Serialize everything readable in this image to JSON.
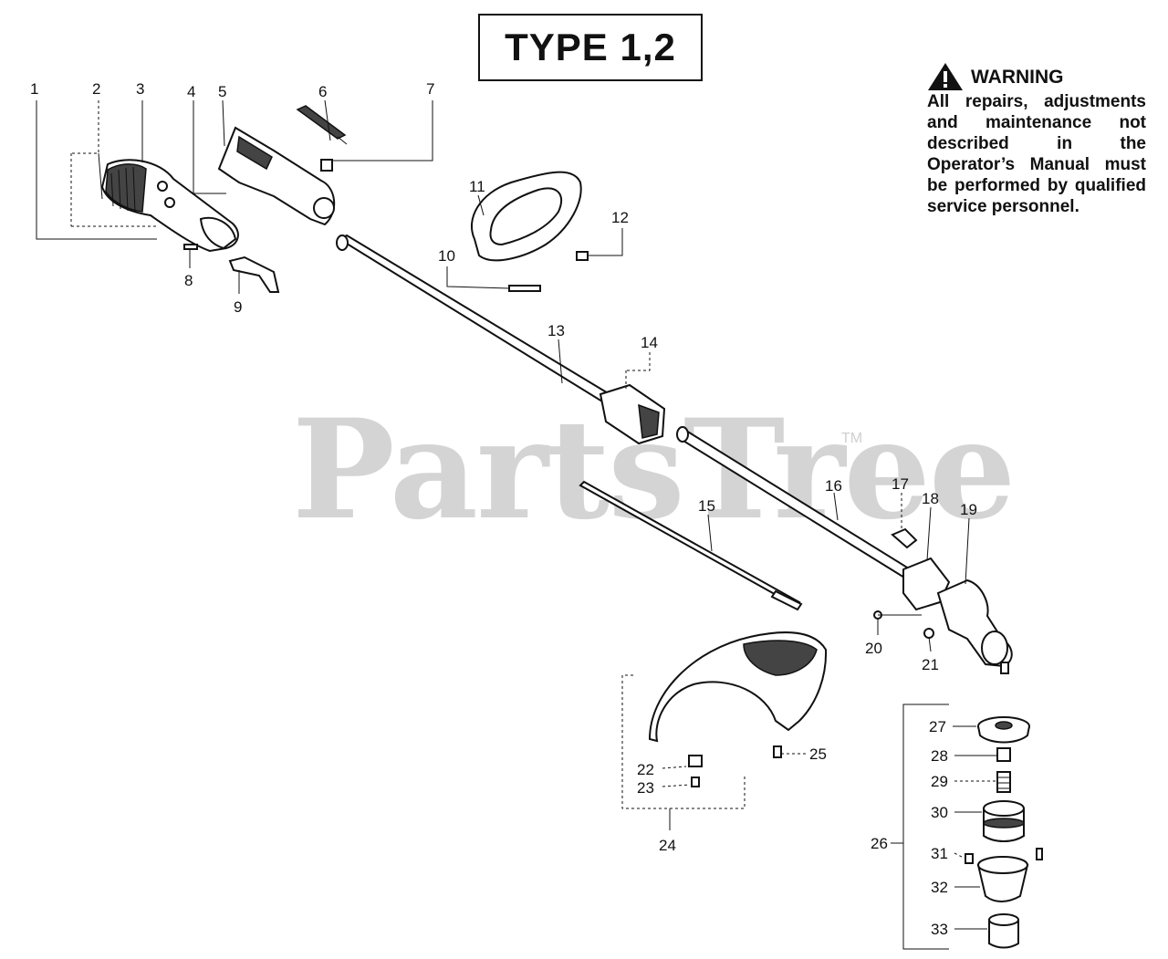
{
  "title": "TYPE 1,2",
  "warning": {
    "heading": "WARNING",
    "text": "All repairs, adjustments and maintenance not described in the Operator’s Manual must be performed by qualified service personnel."
  },
  "watermark": "PartsTree",
  "trademark": "TM",
  "callouts": [
    "1",
    "2",
    "3",
    "4",
    "5",
    "6",
    "7",
    "8",
    "9",
    "10",
    "11",
    "12",
    "13",
    "14",
    "15",
    "16",
    "17",
    "18",
    "19",
    "20",
    "21",
    "22",
    "23",
    "24",
    "25",
    "26",
    "27",
    "28",
    "29",
    "30",
    "31",
    "32",
    "33"
  ],
  "icons": {
    "warning": "warning-triangle-icon"
  }
}
